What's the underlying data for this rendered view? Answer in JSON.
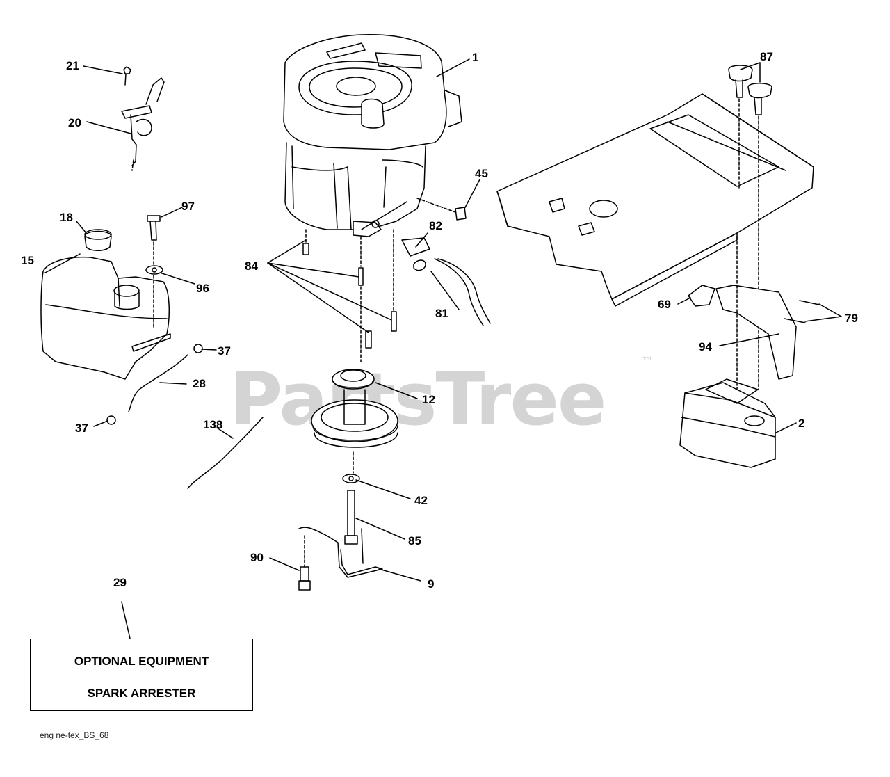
{
  "watermark": {
    "text": "PartsTree",
    "tm": "™"
  },
  "callouts": [
    {
      "id": "c1",
      "label": "1"
    },
    {
      "id": "c2",
      "label": "2"
    },
    {
      "id": "c9",
      "label": "9"
    },
    {
      "id": "c12",
      "label": "12"
    },
    {
      "id": "c15",
      "label": "15"
    },
    {
      "id": "c18",
      "label": "18"
    },
    {
      "id": "c20",
      "label": "20"
    },
    {
      "id": "c21",
      "label": "21"
    },
    {
      "id": "c28",
      "label": "28"
    },
    {
      "id": "c29",
      "label": "29"
    },
    {
      "id": "c37a",
      "label": "37"
    },
    {
      "id": "c37b",
      "label": "37"
    },
    {
      "id": "c42",
      "label": "42"
    },
    {
      "id": "c45",
      "label": "45"
    },
    {
      "id": "c69",
      "label": "69"
    },
    {
      "id": "c79",
      "label": "79"
    },
    {
      "id": "c81",
      "label": "81"
    },
    {
      "id": "c82",
      "label": "82"
    },
    {
      "id": "c84",
      "label": "84"
    },
    {
      "id": "c85",
      "label": "85"
    },
    {
      "id": "c87",
      "label": "87"
    },
    {
      "id": "c90",
      "label": "90"
    },
    {
      "id": "c94",
      "label": "94"
    },
    {
      "id": "c96",
      "label": "96"
    },
    {
      "id": "c97",
      "label": "97"
    },
    {
      "id": "c138",
      "label": "138"
    }
  ],
  "optional_box": {
    "line1": "OPTIONAL EQUIPMENT",
    "line2": "SPARK ARRESTER"
  },
  "footer_code": "eng ne-tex_BS_68"
}
